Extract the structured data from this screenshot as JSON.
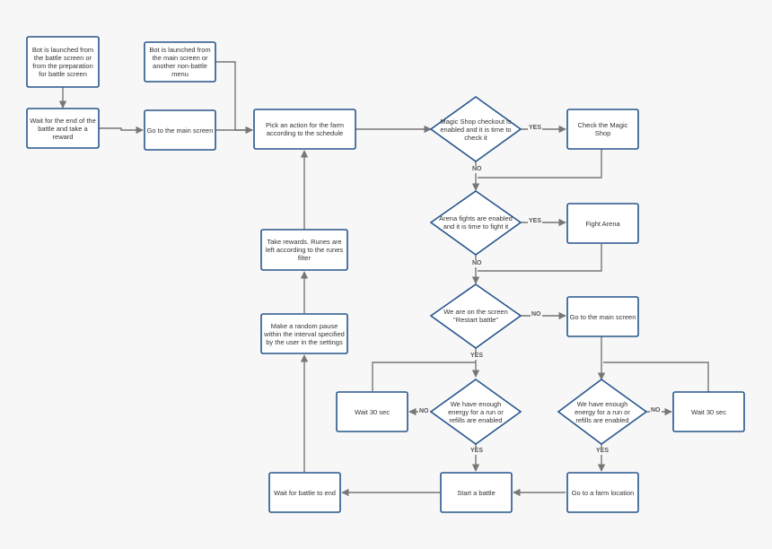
{
  "colors": {
    "background": "#f7f7f7",
    "node_border": "#27558c",
    "node_fill": "#ffffff",
    "wire": "#777777",
    "text": "#333333"
  },
  "nodes": {
    "launch_battle": "Bot is launched from the battle screen or from the preparation for battle screen",
    "launch_main": "Bot is launched from the main screen or another non-battle menu",
    "wait_end": "Wait for the end of the battle and take a reward",
    "goto_main_left": "Go to the main screen",
    "pick_action": "Pick an action for the farm according to the schedule",
    "magic_decision": "Magic Shop checkout is enabled and it is time to check it",
    "check_magic": "Check the Magic Shop",
    "arena_decision": "Arena fights are enabled and it is time to fight it",
    "fight_arena": "Fight Arena",
    "restart_decision": "We are on the screen \"Restart battle\"",
    "goto_main_right": "Go to the main screen",
    "take_rewards": "Take rewards. Runes are left according to the runes filter",
    "random_pause": "Make a random pause within the interval specified by the user in the settings",
    "energy_left": "We have enough energy for a run or refills are enabled",
    "energy_right": "We have enough energy for a run or refills are enabled",
    "wait30_left": "Wait 30 sec",
    "wait30_right": "Wait 30 sec",
    "wait_battle": "Wait for battle to end",
    "start_battle": "Start a battle",
    "goto_farm": "Go to a farm location"
  },
  "edge_labels": {
    "magic_yes": "YES",
    "magic_no": "NO",
    "arena_yes": "YES",
    "arena_no": "NO",
    "restart_no": "NO",
    "restart_yes": "YES",
    "energy_left_no": "NO",
    "energy_left_yes": "YES",
    "energy_right_no": "NO",
    "energy_right_yes": "YES"
  }
}
